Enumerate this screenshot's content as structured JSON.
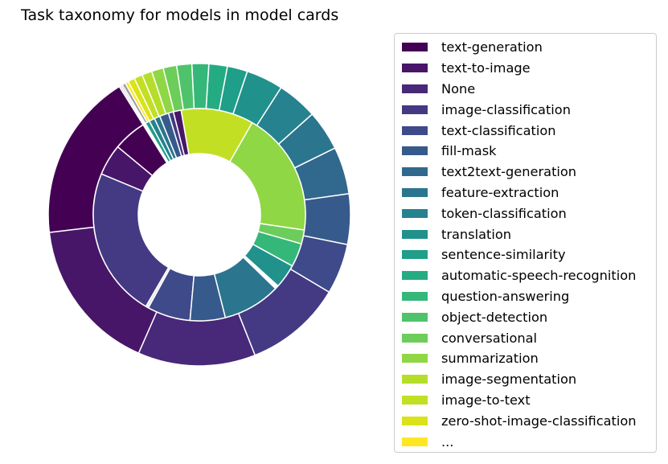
{
  "chart_data": {
    "type": "pie",
    "subtype": "nested-donut",
    "title": "Task taxonomy for models in model cards",
    "legend_position": "right",
    "legend": [
      {
        "label": "text-generation",
        "color": "#440154"
      },
      {
        "label": "text-to-image",
        "color": "#481668"
      },
      {
        "label": "None",
        "color": "#482878"
      },
      {
        "label": "image-classification",
        "color": "#443983"
      },
      {
        "label": "text-classification",
        "color": "#3e4a89"
      },
      {
        "label": "fill-mask",
        "color": "#375a8c"
      },
      {
        "label": "text2text-generation",
        "color": "#31688e"
      },
      {
        "label": "feature-extraction",
        "color": "#2b758e"
      },
      {
        "label": "token-classification",
        "color": "#26828e"
      },
      {
        "label": "translation",
        "color": "#21918c"
      },
      {
        "label": "sentence-similarity",
        "color": "#1f9e89"
      },
      {
        "label": "automatic-speech-recognition",
        "color": "#25ab82"
      },
      {
        "label": "question-answering",
        "color": "#35b779"
      },
      {
        "label": "object-detection",
        "color": "#4ec36b"
      },
      {
        "label": "conversational",
        "color": "#6ccd5a"
      },
      {
        "label": "summarization",
        "color": "#8fd744"
      },
      {
        "label": "image-segmentation",
        "color": "#b5de2b"
      },
      {
        "label": "image-to-text",
        "color": "#c2df23"
      },
      {
        "label": "zero-shot-image-classification",
        "color": "#dae319"
      },
      {
        "label": "...",
        "color": "#fde725"
      }
    ],
    "outer_ring": {
      "start_angle_deg": 122,
      "direction": "counterclockwise",
      "values": [
        10.0,
        9.2,
        7.0,
        5.8,
        3.0,
        3.0,
        2.8,
        2.4,
        2.4,
        2.2,
        1.2,
        1.1,
        1.0,
        0.9,
        0.8,
        0.7,
        0.6,
        0.5,
        0.4,
        0.2,
        0.2,
        0.1,
        0.1
      ],
      "colors": [
        "#440154",
        "#481668",
        "#482878",
        "#443983",
        "#3e4a89",
        "#375a8c",
        "#31688e",
        "#2b758e",
        "#26828e",
        "#21918c",
        "#1f9e89",
        "#25ab82",
        "#35b779",
        "#4ec36b",
        "#6ccd5a",
        "#8fd744",
        "#b5de2b",
        "#c2df23",
        "#dae319",
        "#fde725",
        "#a0a0a0",
        "#b0b0b0",
        "#c0c0c0"
      ]
    },
    "inner_ring": {
      "start_angle_deg": 122,
      "direction": "counterclockwise",
      "values": [
        2.94,
        2.76,
        13.24,
        0.25,
        3.8,
        3.1,
        5.1,
        0.31,
        2.14,
        2.08,
        1.23,
        11.0,
        6.4,
        0.69,
        0.44,
        0.8,
        0.5,
        0.5,
        0.4,
        0.12,
        0.1
      ],
      "colors": [
        "#440154",
        "#481668",
        "#443983",
        "#e5e5e5",
        "#3e4a89",
        "#375a8c",
        "#2b758e",
        "#ffffff",
        "#21918c",
        "#35b779",
        "#6ccd5a",
        "#8fd744",
        "#c2df23",
        "#481668",
        "#443983",
        "#375a8c",
        "#2b758e",
        "#26828e",
        "#1f9e89",
        "#a0a0a0",
        "#c0c0c0"
      ]
    }
  }
}
